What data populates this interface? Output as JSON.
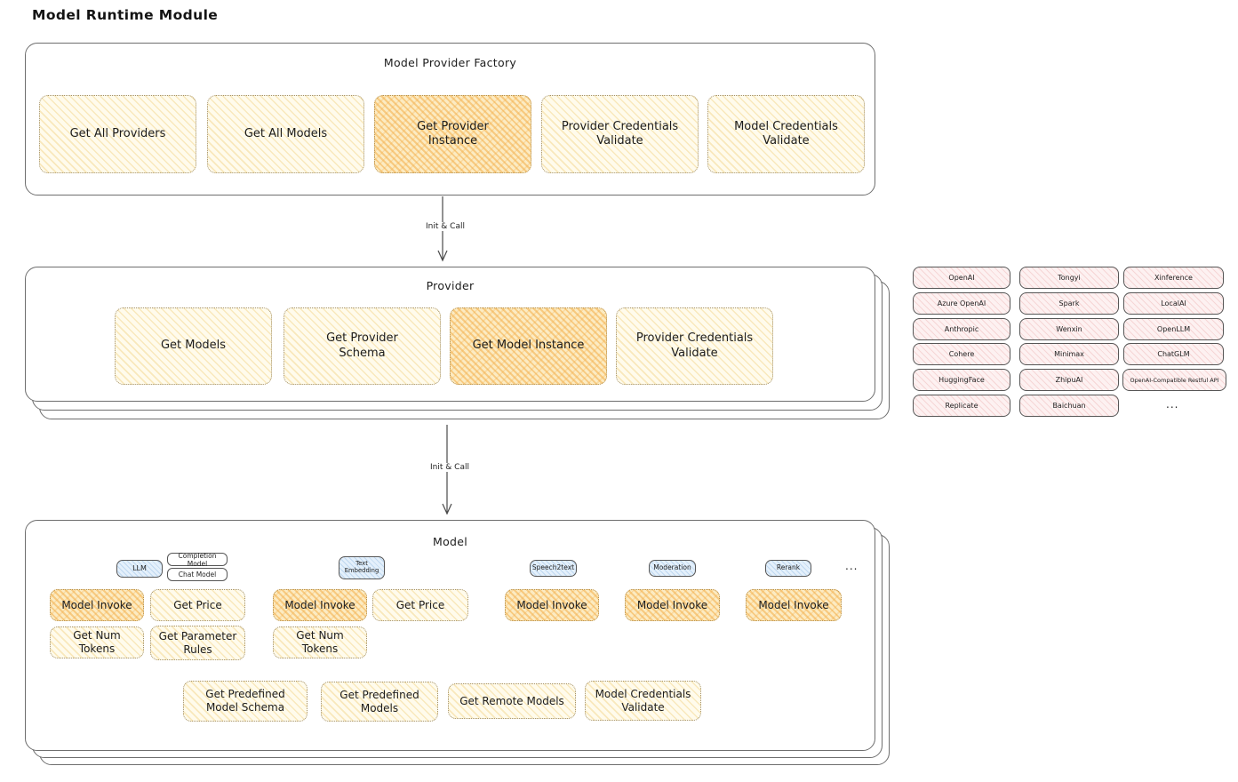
{
  "title": "Model Runtime Module",
  "arrows": {
    "label": "Init & Call"
  },
  "colors": {
    "highlight_fill": "#f5c26b",
    "function_fill": "#fdf4da",
    "provider_chip_fill": "#fbeded",
    "type_tag_fill": "#dcebfa",
    "frame_border": "#6e6e6e"
  },
  "factory": {
    "label": "Model Provider Factory",
    "items": [
      "Get All Providers",
      "Get All Models",
      "Get Provider Instance",
      "Provider Credentials Validate",
      "Model Credentials Validate"
    ]
  },
  "provider": {
    "label": "Provider",
    "items": [
      "Get Models",
      "Get Provider Schema",
      "Get Model Instance",
      "Provider Credentials Validate"
    ]
  },
  "providers_list": {
    "col1": [
      "OpenAI",
      "Azure OpenAI",
      "Anthropic",
      "Cohere",
      "HuggingFace",
      "Replicate"
    ],
    "col2": [
      "Tongyi",
      "Spark",
      "Wenxin",
      "Minimax",
      "ZhipuAI",
      "Baichuan"
    ],
    "col3": [
      "Xinference",
      "LocalAI",
      "OpenLLM",
      "ChatGLM",
      "OpenAI-Compatible Restful API"
    ],
    "more": "..."
  },
  "model": {
    "label": "Model",
    "tags": {
      "llm": "LLM",
      "completion": "Completion Model",
      "chat": "Chat Model",
      "text_embedding": "Text Embedding",
      "speech2text": "Speech2text",
      "moderation": "Moderation",
      "rerank": "Rerank",
      "more": "..."
    },
    "functions": {
      "model_invoke": "Model Invoke",
      "get_price": "Get Price",
      "get_num_tokens": "Get Num Tokens",
      "get_parameter_rules": "Get Parameter Rules",
      "get_predefined_model_schema": "Get Predefined Model Schema",
      "get_predefined_models": "Get Predefined Models",
      "get_remote_models": "Get Remote Models",
      "model_credentials_validate": "Model Credentials Validate"
    }
  }
}
